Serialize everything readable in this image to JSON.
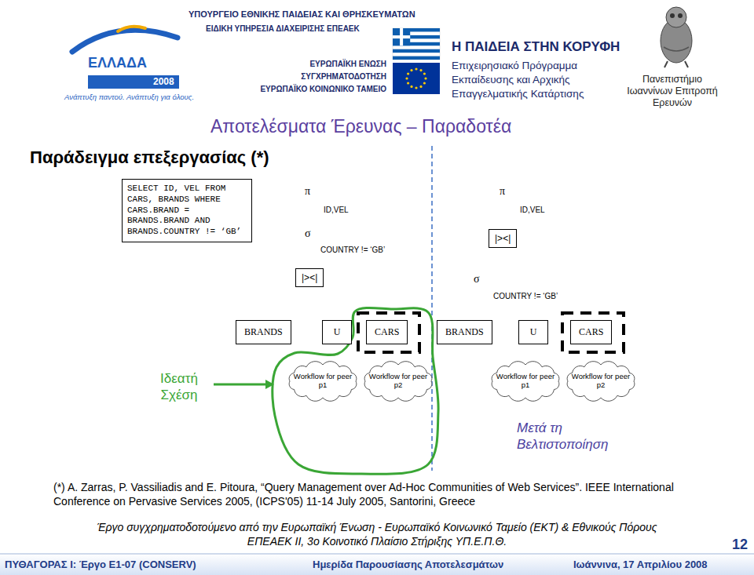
{
  "diagram": {
    "title": "Αποτελέσματα Έρευνας – Παραδοτέα",
    "nodes": [
      {
        "text": [
          "SELECT ID, VEL FROM CARS, BRANDS WHERE CARS.BRAND = BRANDS.BRAND AND BRANDS.COUNTRY != ‘GB’"
        ]
      },
      {
        "text": [
          "|><|"
        ]
      },
      {
        "text": [
          "BRANDS"
        ]
      },
      {
        "text": [
          "U"
        ]
      },
      {
        "text": [
          "CARS"
        ]
      },
      {
        "text": [
          "Workflow for peer p1"
        ]
      },
      {
        "text": [
          "Workflow for peer p2"
        ]
      },
      {
        "text": [
          "|><|"
        ]
      },
      {
        "text": [
          "BRANDS"
        ]
      },
      {
        "text": [
          "U"
        ]
      },
      {
        "text": [
          "CARS"
        ]
      },
      {
        "text": [
          "Workflow for peer p1"
        ]
      },
      {
        "text": [
          "Workflow for peer p2"
        ]
      }
    ],
    "labels": [
      "ΕΛΛΑΔΑ",
      "2008",
      "Ανάπτυξη παντού. Ανάπτυξη για όλους.",
      "ΥΠΟΥΡΓΕΙΟ ΕΘΝΙΚΗΣ ΠΑΙΔΕΙΑΣ ΚΑΙ ΘΡΗΣΚΕΥΜΑΤΩΝ",
      "ΕΙΔΙΚΗ ΥΠΗΡΕΣΙΑ ΔΙΑΧΕΙΡΙΣΗΣ ΕΠΕΑΕΚ",
      "ΕΥΡΩΠΑΪΚΗ ΕΝΩΣΗ",
      "ΣΥΓΧΡΗΜΑΤΟΔΟΤΗΣΗ",
      "ΕΥΡΩΠΑΪΚΟ ΚΟΙΝΩΝΙΚΟ ΤΑΜΕΙΟ",
      "Η ΠΑΙΔΕΙΑ ΣΤΗΝ ΚΟΡΥΦΗ",
      "Επιχειρησιακό Πρόγραμμα",
      "Εκπαίδευσης και Αρχικής",
      "Επαγγελματικής Κατάρτισης",
      "Πανεπιστήμιο Ιωαννίνων Επιτροπή Ερευνών",
      "Παράδειγμα επεξεργασίας (*)",
      "π",
      "ID,VEL",
      "σ",
      "COUNTRY != ‘GB’",
      "π",
      "ID,VEL",
      "σ",
      "COUNTRY != ‘GB’",
      "Ιδεατή Σχέση",
      "Μετά τη Βελτιστοποίηση",
      "(*) A. Zarras, P. Vassiliadis and E. Pitoura, “Query Management over Ad-Hoc Communities of Web Services”. IEEE International Conference on Pervasive Services 2005, (ICPS'05) 11-14 July 2005, Santorini, Greece",
      "Έργο συγχρηματοδοτούμενο από την Ευρωπαϊκή Ένωση - Ευρωπαϊκό Κοινωνικό Ταμείο (ΕΚΤ) & Εθνικούς Πόρους ΕΠΕΑΕΚ ΙΙ, 3ο Κοινοτικό Πλαίσιο Στήριξης ΥΠ.Ε.Π.Θ.",
      "ΠΥΘΑΓΟΡΑΣ Ι: Έργο Ε1-07 (CONSERV)",
      "Ημερίδα Παρουσίασης Αποτελεσμάτων",
      "Ιωάννινα, 17 Απριλίου 2008",
      "12"
    ]
  }
}
